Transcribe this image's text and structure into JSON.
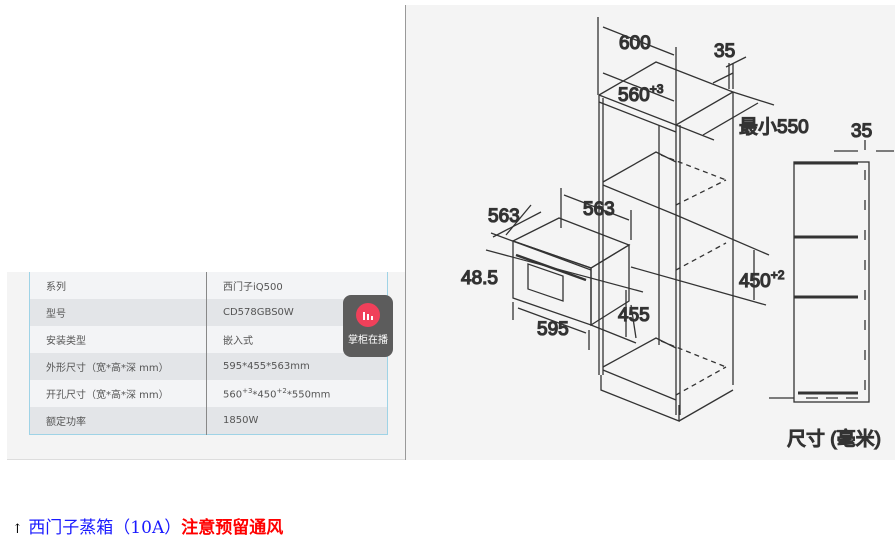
{
  "spec_table": {
    "rows": [
      {
        "label": "系列",
        "value": "西门子iQ500"
      },
      {
        "label": "型号",
        "value": "CD578GBS0W"
      },
      {
        "label": "安装类型",
        "value": "嵌入式"
      },
      {
        "label": "外形尺寸（宽*高*深 mm）",
        "value": "595*455*563mm"
      },
      {
        "label": "开孔尺寸（宽*高*深 mm）",
        "value_parts": [
          "560",
          "+3",
          "*450",
          "+2",
          "*550mm"
        ]
      },
      {
        "label": "额定功率",
        "value": "1850W"
      }
    ]
  },
  "live_badge": {
    "label": "掌柜在播"
  },
  "diagram": {
    "dims": {
      "cab_width": "600",
      "gap_top": "35",
      "opening_width": "560",
      "opening_width_tol": "+3",
      "min_depth": "最小550",
      "side_gap": "35",
      "oven_depth": "563",
      "oven_depth2": "563",
      "offset": "48.5",
      "opening_height": "450",
      "opening_height_tol": "+2",
      "oven_height": "455",
      "oven_width": "595"
    },
    "unit_label": "尺寸 (毫米)"
  },
  "caption": {
    "arrow": "↑",
    "blue": "西门子蒸箱（10A）",
    "red": "注意预留通风"
  }
}
